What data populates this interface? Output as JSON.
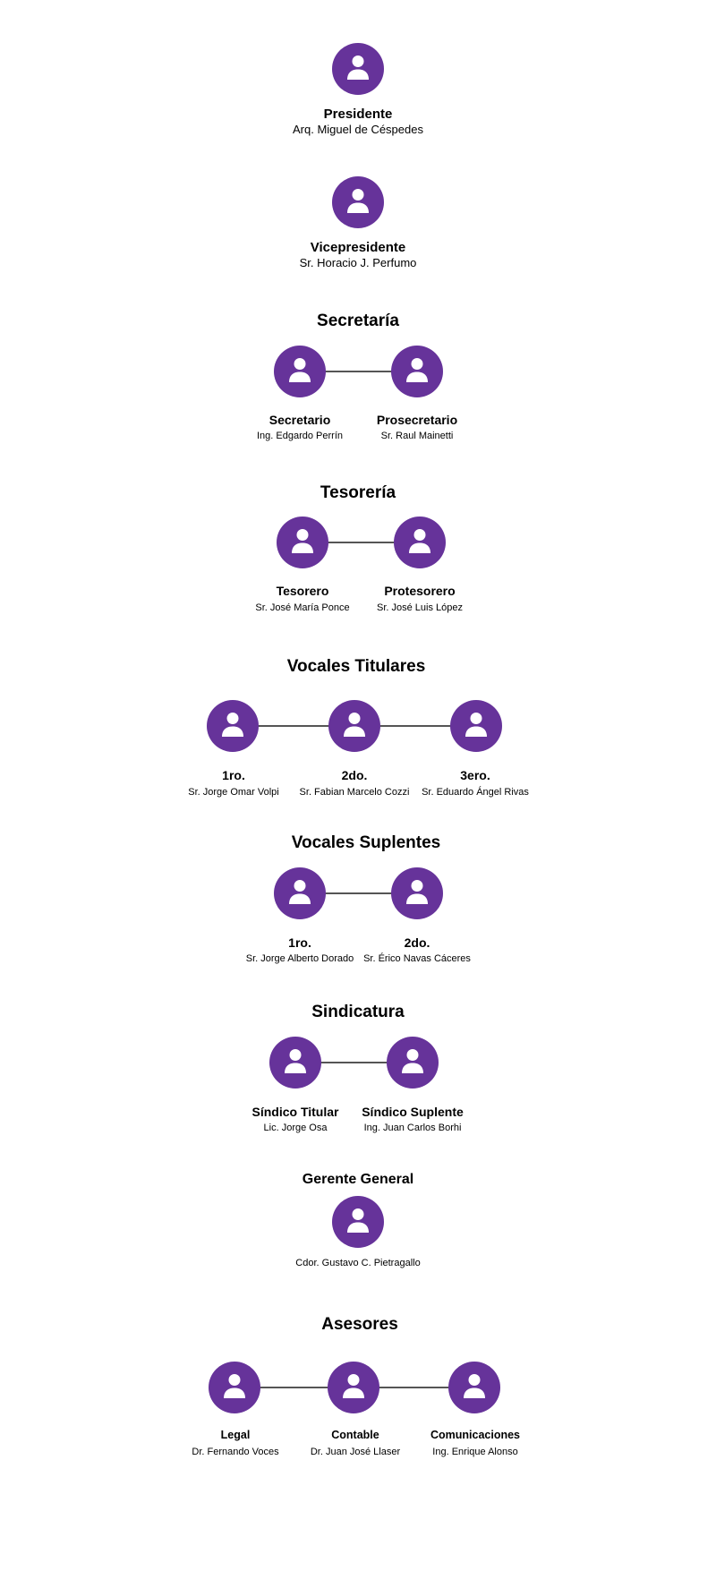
{
  "presidente": {
    "role": "Presidente",
    "name": "Arq. Miguel de Céspedes"
  },
  "vicepresidente": {
    "role": "Vicepresidente",
    "name": "Sr. Horacio J. Perfumo"
  },
  "secretaria": {
    "title": "Secretaría",
    "members": [
      {
        "role": "Secretario",
        "name": "Ing. Edgardo Perrín"
      },
      {
        "role": "Prosecretario",
        "name": "Sr. Raul Mainetti"
      }
    ]
  },
  "tesoreria": {
    "title": "Tesorería",
    "members": [
      {
        "role": "Tesorero",
        "name": "Sr. José María Ponce"
      },
      {
        "role": "Protesorero",
        "name": "Sr. José Luis López"
      }
    ]
  },
  "vocales_titulares": {
    "title": "Vocales Titulares",
    "members": [
      {
        "role": "1ro.",
        "name": "Sr. Jorge Omar Volpi"
      },
      {
        "role": "2do.",
        "name": "Sr. Fabian Marcelo Cozzi"
      },
      {
        "role": "3ero.",
        "name": "Sr. Eduardo Ángel Rivas"
      }
    ]
  },
  "vocales_suplentes": {
    "title": "Vocales Suplentes",
    "members": [
      {
        "role": "1ro.",
        "name": "Sr. Jorge Alberto Dorado"
      },
      {
        "role": "2do.",
        "name": "Sr. Érico Navas Cáceres"
      }
    ]
  },
  "sindicatura": {
    "title": "Sindicatura",
    "members": [
      {
        "role": "Síndico Titular",
        "name": "Lic. Jorge Osa"
      },
      {
        "role": "Síndico Suplente",
        "name": "Ing. Juan Carlos Borhi"
      }
    ]
  },
  "gerente": {
    "title": "Gerente General",
    "name": "Cdor. Gustavo C. Pietragallo"
  },
  "asesores": {
    "title": "Asesores",
    "members": [
      {
        "role": "Legal",
        "name": "Dr. Fernando Voces"
      },
      {
        "role": "Contable",
        "name": "Dr. Juan José Llaser"
      },
      {
        "role": "Comunicaciones",
        "name": "Ing. Enrique Alonso"
      }
    ]
  },
  "colors": {
    "avatar_bg": "#66339a",
    "connector": "#555555",
    "icon": "#ffffff"
  },
  "icon": "person-icon"
}
